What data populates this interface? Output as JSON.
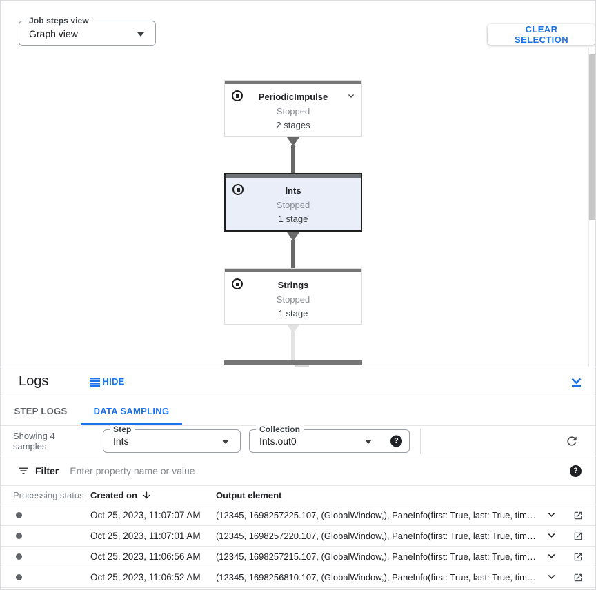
{
  "toolbar": {
    "job_steps_view_label": "Job steps view",
    "job_steps_view_value": "Graph view",
    "clear_selection_label": "CLEAR SELECTION"
  },
  "graph": {
    "nodes": [
      {
        "title": "PeriodicImpulse",
        "status": "Stopped",
        "stages": "2 stages",
        "selected": false,
        "expandable": true
      },
      {
        "title": "Ints",
        "status": "Stopped",
        "stages": "1 stage",
        "selected": true,
        "expandable": false
      },
      {
        "title": "Strings",
        "status": "Stopped",
        "stages": "1 stage",
        "selected": false,
        "expandable": false
      }
    ]
  },
  "logs_panel": {
    "title": "Logs",
    "hide_label": "HIDE",
    "tabs": [
      {
        "label": "STEP LOGS",
        "active": false
      },
      {
        "label": "DATA SAMPLING",
        "active": true
      }
    ],
    "sampling": {
      "showing_text": "Showing 4 samples",
      "step_label": "Step",
      "step_value": "Ints",
      "collection_label": "Collection",
      "collection_value": "Ints.out0"
    },
    "filter": {
      "label": "Filter",
      "placeholder": "Enter property name or value"
    },
    "table": {
      "columns": [
        "Processing status",
        "Created on",
        "Output element"
      ],
      "rows": [
        {
          "created_on": "Oct 25, 2023, 11:07:07 AM",
          "output_element": "(12345, 1698257225.107, (GlobalWindow,), PaneInfo(first: True, last: True, timing…"
        },
        {
          "created_on": "Oct 25, 2023, 11:07:01 AM",
          "output_element": "(12345, 1698257220.107, (GlobalWindow,), PaneInfo(first: True, last: True, timing…"
        },
        {
          "created_on": "Oct 25, 2023, 11:06:56 AM",
          "output_element": "(12345, 1698257215.107, (GlobalWindow,), PaneInfo(first: True, last: True, timing…"
        },
        {
          "created_on": "Oct 25, 2023, 11:06:52 AM",
          "output_element": "(12345, 1698256810.107, (GlobalWindow,), PaneInfo(first: True, last: True, timing…"
        }
      ]
    }
  },
  "icons": {
    "help": "?"
  },
  "colors": {
    "accent": "#1a73e8",
    "selected_node_bg": "#e9eef8",
    "selected_node_border": "#1f1f1f",
    "node_topbar": "#757575",
    "edge_dark": "#696969",
    "edge_light": "#e3e3e3",
    "secondary_text": "#5f6368",
    "border": "#dadce0"
  }
}
